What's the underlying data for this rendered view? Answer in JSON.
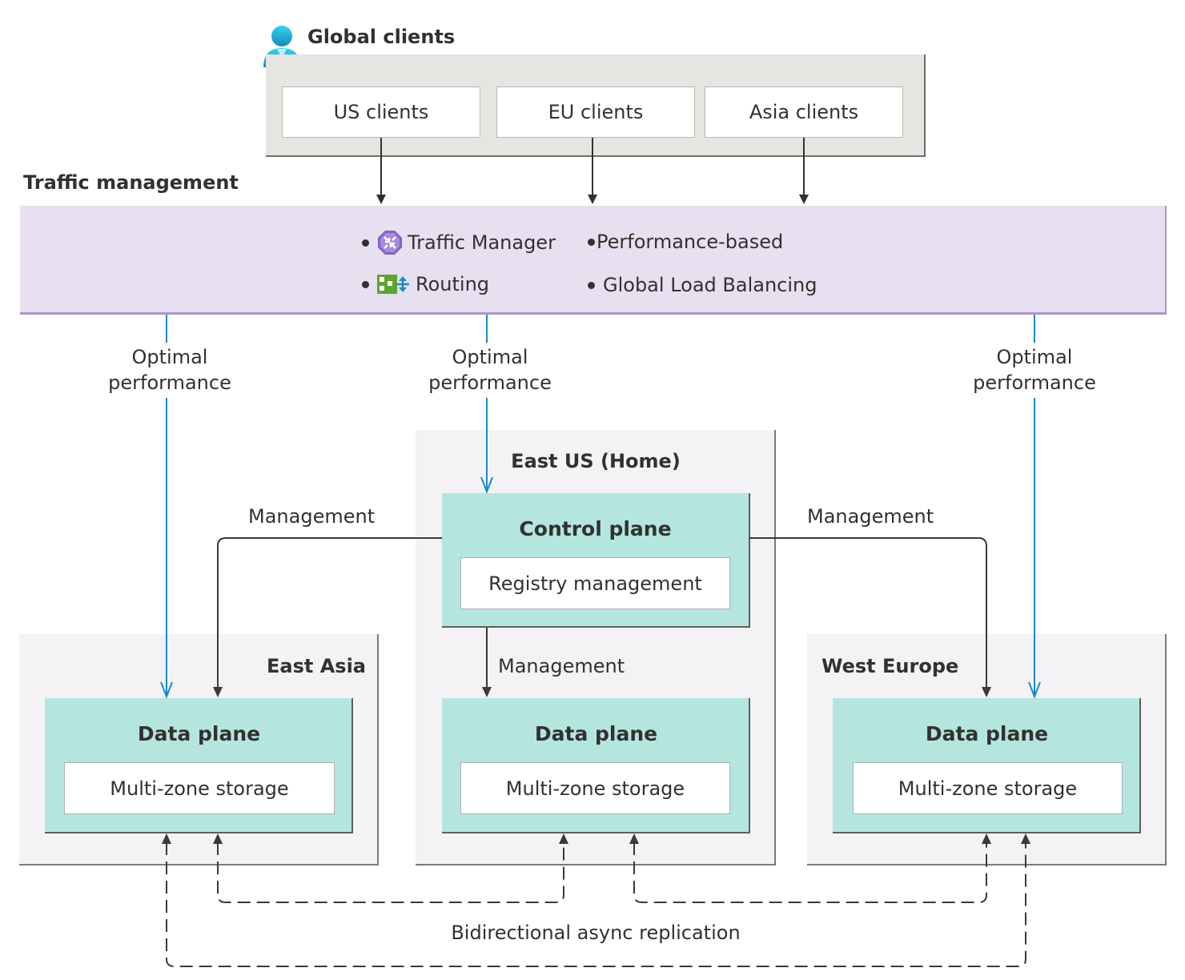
{
  "global_clients": {
    "title": "Global clients",
    "icon": "user-icon",
    "clients": [
      "US clients",
      "EU clients",
      "Asia clients"
    ]
  },
  "traffic_management": {
    "title": "Traffic management",
    "items_left": [
      {
        "icon": "traffic-manager-icon",
        "label": "Traffic Manager"
      },
      {
        "icon": "routing-icon",
        "label": "Routing"
      }
    ],
    "items_right": [
      "Performance-based",
      "Global Load Balancing"
    ]
  },
  "flows": {
    "optimal_line1": "Optimal",
    "optimal_line2": "performance",
    "management": "Management",
    "replication": "Bidirectional async replication"
  },
  "regions": {
    "east_us": {
      "title": "East US (Home)",
      "control_plane": {
        "title": "Control plane",
        "component": "Registry management"
      },
      "data_plane": {
        "title": "Data plane",
        "component": "Multi-zone storage"
      }
    },
    "east_asia": {
      "title": "East Asia",
      "data_plane": {
        "title": "Data plane",
        "component": "Multi-zone storage"
      }
    },
    "west_europe": {
      "title": "West Europe",
      "data_plane": {
        "title": "Data plane",
        "component": "Multi-zone storage"
      }
    }
  },
  "colors": {
    "optimal_arrow": "#1a8ac4",
    "management_arrow": "#3b3a39",
    "plane_fill": "#b4e6df",
    "traffic_fill": "#e6e0f0",
    "region_fill": "#f3f3f5",
    "clients_fill": "#e6e5e1"
  }
}
